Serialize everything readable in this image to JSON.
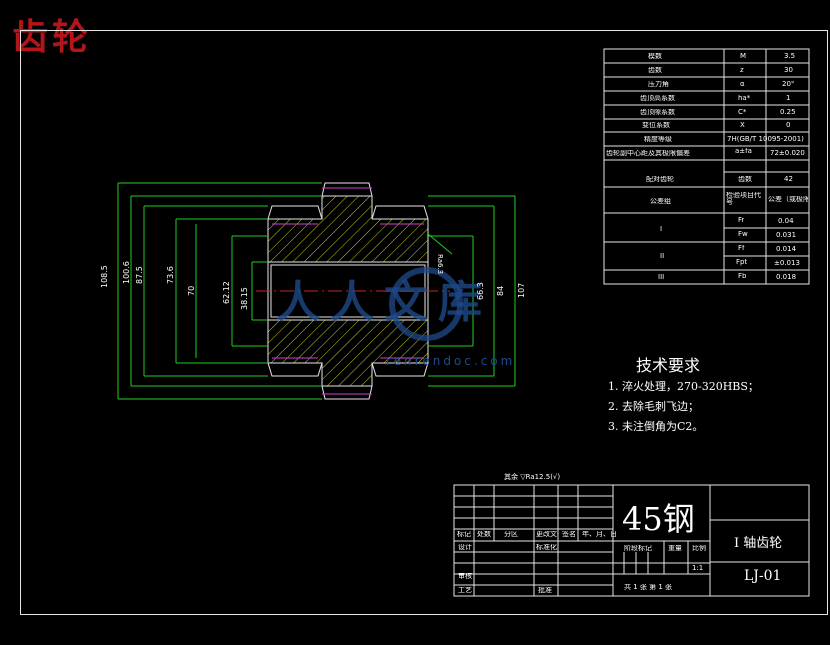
{
  "banner": "齿轮",
  "params": [
    {
      "name": "模数",
      "sym": "M",
      "val": "3.5"
    },
    {
      "name": "齿数",
      "sym": "z",
      "val": "30"
    },
    {
      "name": "压力角",
      "sym": "α",
      "val": "20°"
    },
    {
      "name": "齿顶高系数",
      "sym": "ha*",
      "val": "1"
    },
    {
      "name": "齿顶隙系数",
      "sym": "C*",
      "val": "0.25"
    },
    {
      "name": "变位系数",
      "sym": "X",
      "val": "0"
    },
    {
      "name": "精度等级",
      "sym": "",
      "val": "7H(GB/T 10095-2001)"
    },
    {
      "name": "齿轮副中心距及其极限偏差",
      "sym": "a±fa",
      "val": "72±0.020"
    },
    {
      "name": "配对齿轮",
      "sym": "齿数",
      "val": "42"
    }
  ],
  "check_group": {
    "name": "公差组",
    "col1": "检验项目代号",
    "col2": "公差（或极限偏差）值"
  },
  "checks": [
    {
      "grp": "",
      "sym": "Fr",
      "val": "0.04"
    },
    {
      "grp": "I",
      "sym": "Fw",
      "val": "0.031"
    },
    {
      "grp": "",
      "sym": "Ff",
      "val": "0.014"
    },
    {
      "grp": "II",
      "sym": "Fpt",
      "val": "±0.013"
    },
    {
      "grp": "III",
      "sym": "Fb",
      "val": "0.018"
    }
  ],
  "tech": {
    "title": "技术要求",
    "items": [
      "1.   淬火处理，270-320HBS；",
      "2.   去除毛刺飞边；",
      "3.   未注倒角为C2。"
    ]
  },
  "roughness": "其余 ▽Ra12.5(√)",
  "dims_left": [
    "108.5",
    "100.6",
    "87.5",
    "73.6",
    "70",
    "62.12",
    "38.15"
  ],
  "dims_right": [
    "66.3",
    "84",
    "107"
  ],
  "chamfer_label": "Ra6.3",
  "watermark": "人人文库",
  "watermark_url": "renrendoc.com",
  "title_block": {
    "material": "45钢",
    "part_name": "I 轴齿轮",
    "drawing_no": "LJ-01",
    "headers": [
      "标记",
      "处数",
      "分区",
      "更改文件号",
      "签名",
      "年、月、日"
    ],
    "design": "设计",
    "standard": "标准化",
    "review": "审核",
    "process": "工艺",
    "approve": "批准",
    "stage": "阶段标记",
    "weight": "重量",
    "scale": "比例",
    "scale_val": "1:1",
    "sheets": "共  1  张     第  1  张"
  }
}
